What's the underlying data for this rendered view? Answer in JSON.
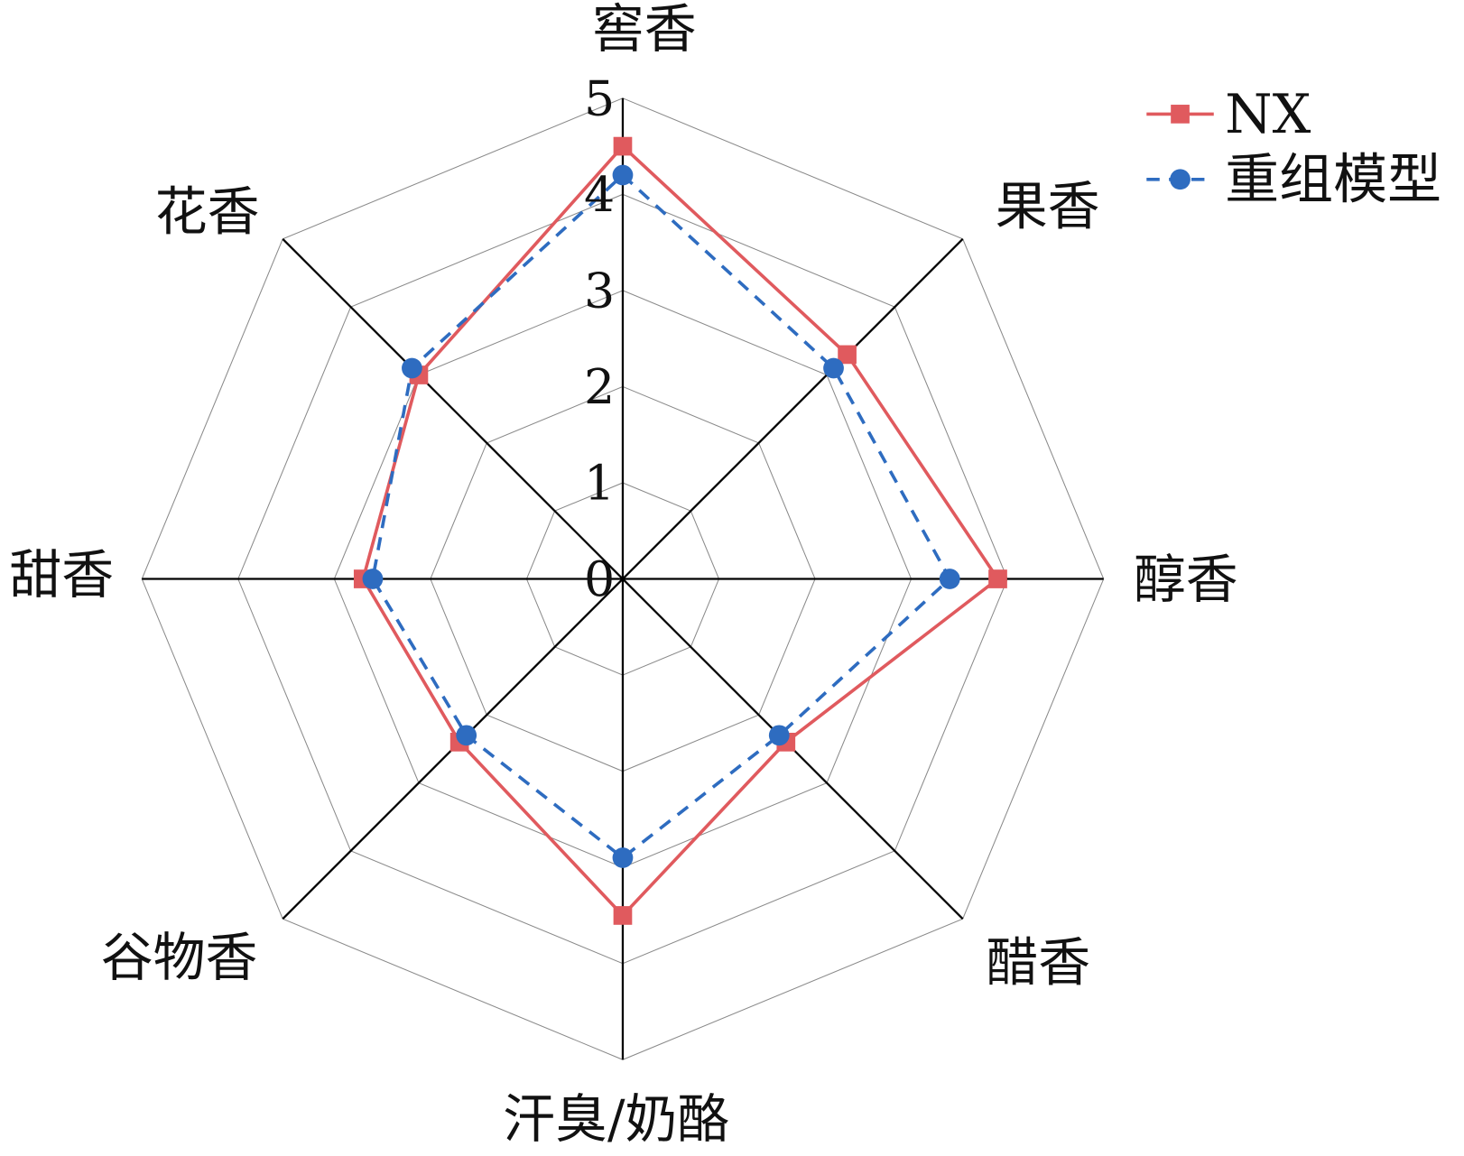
{
  "chart_data": {
    "type": "radar",
    "categories": [
      "窖香",
      "果香",
      "醇香",
      "醋香",
      "汗臭/奶酪",
      "谷物香",
      "甜香",
      "花香"
    ],
    "rlim": [
      0,
      5
    ],
    "ticks": [
      "0",
      "1",
      "2",
      "3",
      "4",
      "5"
    ],
    "grid": true,
    "legend_position": "top-right",
    "series": [
      {
        "name": "NX",
        "color": "#e05a5e",
        "marker": "square",
        "line": "solid",
        "values": [
          4.5,
          3.3,
          3.9,
          2.4,
          3.5,
          2.4,
          2.7,
          3.0
        ]
      },
      {
        "name": "重组模型",
        "color": "#2e6cc0",
        "marker": "circle",
        "line": "dashed",
        "values": [
          4.2,
          3.1,
          3.4,
          2.3,
          2.9,
          2.3,
          2.6,
          3.1
        ]
      }
    ]
  }
}
